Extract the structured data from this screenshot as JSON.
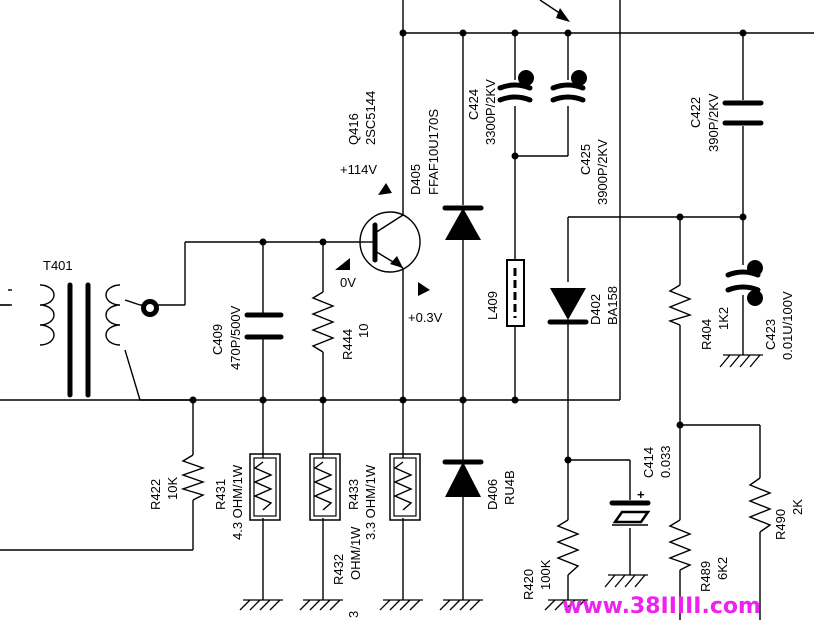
{
  "labels": {
    "t401": "T401",
    "q416_ref": "Q416",
    "q416_part": "2SC5144",
    "v114": "+114V",
    "v0": "0V",
    "v03": "+0.3V",
    "d405_ref": "D405",
    "d405_part": "FFAF10U170S",
    "c424_ref": "C424",
    "c424_val": "3300P/2KV",
    "c425_ref": "C425",
    "c425_val": "3900P/2KV",
    "c422_ref": "C422",
    "c422_val": "390P/2KV",
    "c409_ref": "C409",
    "c409_val": "470P/500V",
    "r444_ref": "R444",
    "r444_val": "10",
    "l409": "L409",
    "d402_ref": "D402",
    "d402_part": "BA158",
    "r404_ref": "R404",
    "r404_val": "1K2",
    "c423_ref": "C423",
    "c423_val": "0.01U/100V",
    "c414_ref": "C414",
    "c414_val": "0.033",
    "r422_ref": "R422",
    "r422_val": "10K",
    "r431_ref": "R431",
    "r431_val": "4.3 OHM/1W",
    "r433_ref": "R433",
    "r433_val": "3.3 OHM/1W",
    "r432_ref": "R432",
    "r432_val": "OHM/1W",
    "r432_frag": "3",
    "d406_ref": "D406",
    "d406_part": "RU4B",
    "r420_ref": "R420",
    "r420_val": "100K",
    "r489_ref": "R489",
    "r489_val": "6K2",
    "r490_ref": "R490",
    "r490_val": "2K"
  },
  "watermark": "www.38IIIII.com",
  "colors": {
    "ink": "#000000",
    "watermark": "#ee22ee"
  }
}
